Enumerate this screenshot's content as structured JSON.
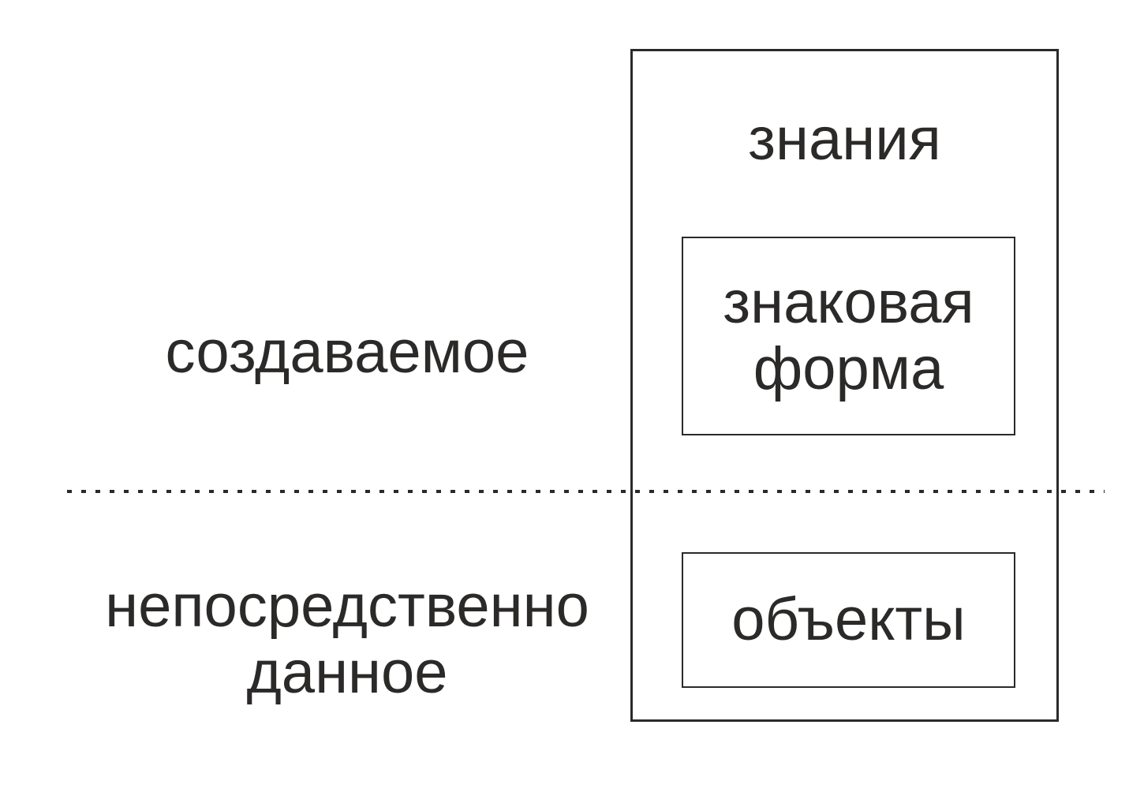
{
  "diagram": {
    "outer_box_label": "знания",
    "sign_form_box": {
      "line1": "знаковая",
      "line2": "форма"
    },
    "objects_box_label": "объекты",
    "left_top_label": "создаваемое",
    "left_bottom_label": {
      "line1": "непосредственно",
      "line2": "данное"
    },
    "colors": {
      "ink": "#2b2a29",
      "background": "#ffffff"
    },
    "divider_style": "dashed"
  }
}
